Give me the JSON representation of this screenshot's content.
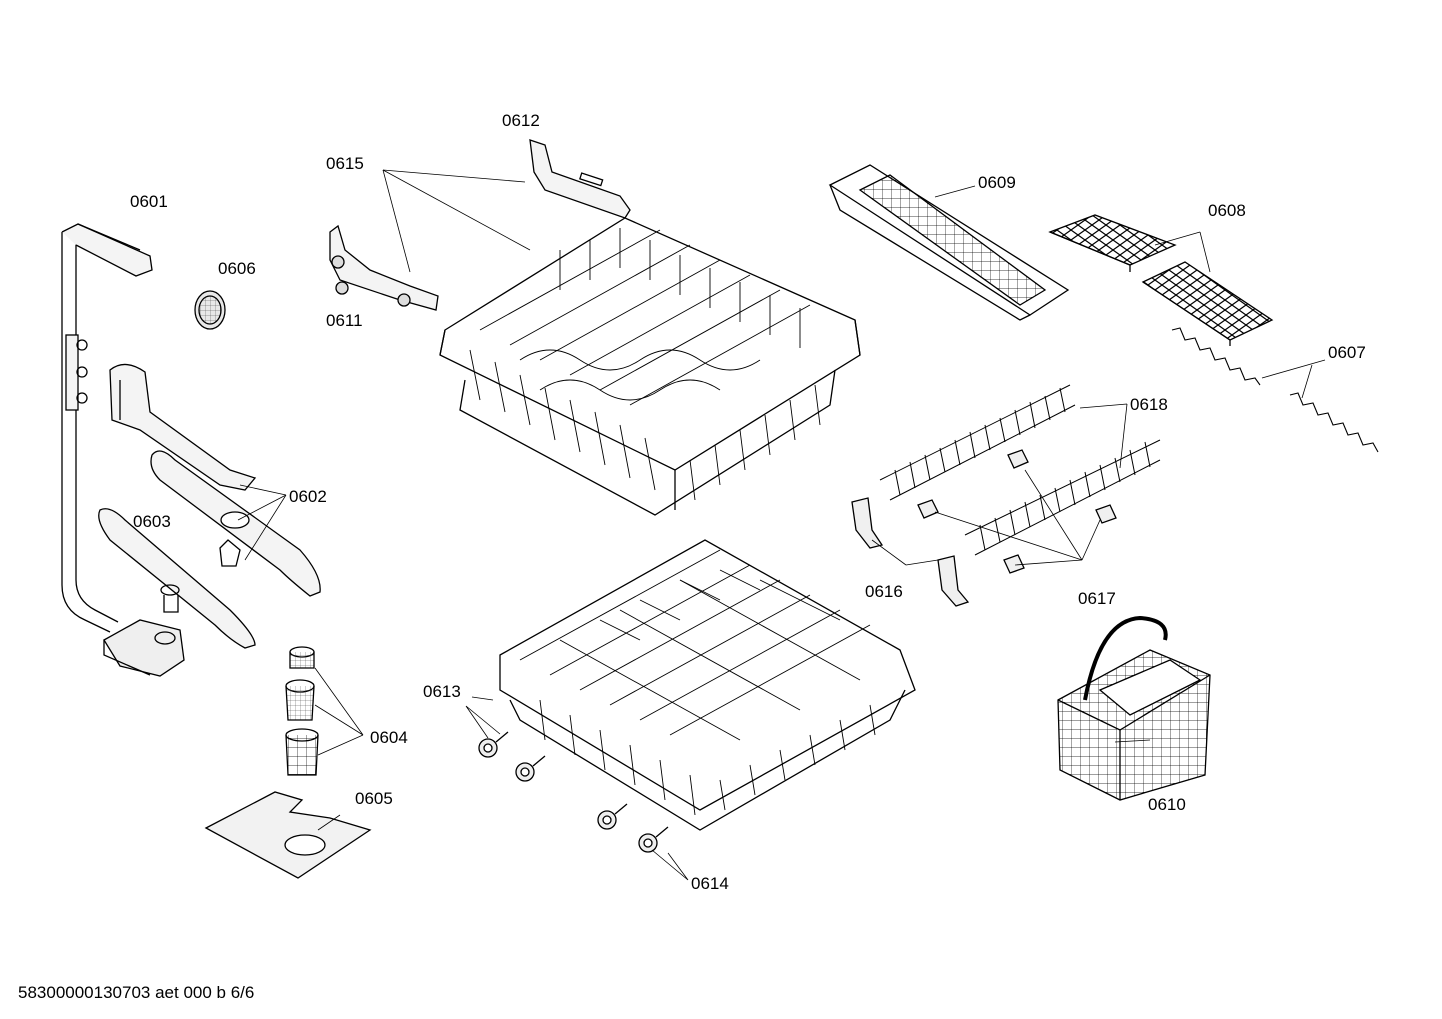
{
  "labels": {
    "p0601": "0601",
    "p0602": "0602",
    "p0603": "0603",
    "p0604": "0604",
    "p0605": "0605",
    "p0606": "0606",
    "p0607": "0607",
    "p0608": "0608",
    "p0609": "0609",
    "p0610": "0610",
    "p0611": "0611",
    "p0612": "0612",
    "p0613": "0613",
    "p0614": "0614",
    "p0615": "0615",
    "p0616": "0616",
    "p0617": "0617",
    "p0618": "0618"
  },
  "footer": {
    "code": "58300000130703 aet 000 b 6/6"
  }
}
